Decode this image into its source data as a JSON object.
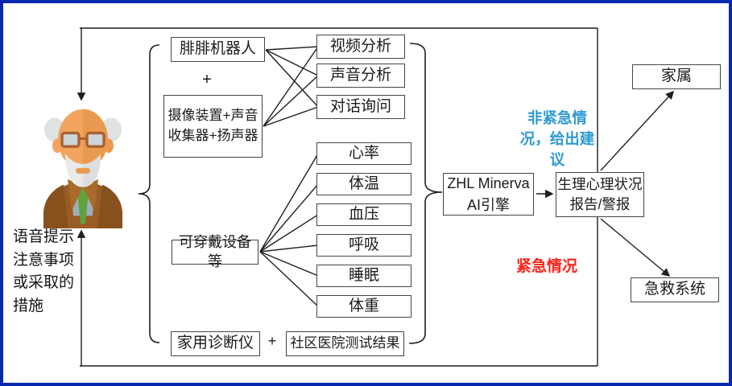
{
  "diagram": {
    "person": {
      "caption": "语音提示注意事项或采取的措施"
    },
    "sources": {
      "robot": "腓腓机器人",
      "plus1": "+",
      "camera": "摄像装置+声音收集器+扬声器",
      "wearable": "可穿戴设备等",
      "home_device": "家用诊断仪",
      "plus2": "+",
      "community": "社区医院测试结果"
    },
    "analysis": [
      "视频分析",
      "声音分析",
      "对话询问"
    ],
    "vitals": [
      "心率",
      "体温",
      "血压",
      "呼吸",
      "睡眠",
      "体重"
    ],
    "engine": {
      "line1": "ZHL Minerva",
      "line2": "AI引擎"
    },
    "report": {
      "line1": "生理心理状况",
      "line2": "报告/警报"
    },
    "outputs": {
      "family": "家属",
      "emergency": "急救系统"
    },
    "labels": {
      "non_urgent": "非紧急情况，给出建议",
      "urgent": "紧急情况"
    },
    "colors": {
      "frame_blue": "#0627b0",
      "non_urgent_blue": "#2f9ad3",
      "urgent_red": "#fb241a",
      "line_black": "#1f1f1f"
    }
  }
}
